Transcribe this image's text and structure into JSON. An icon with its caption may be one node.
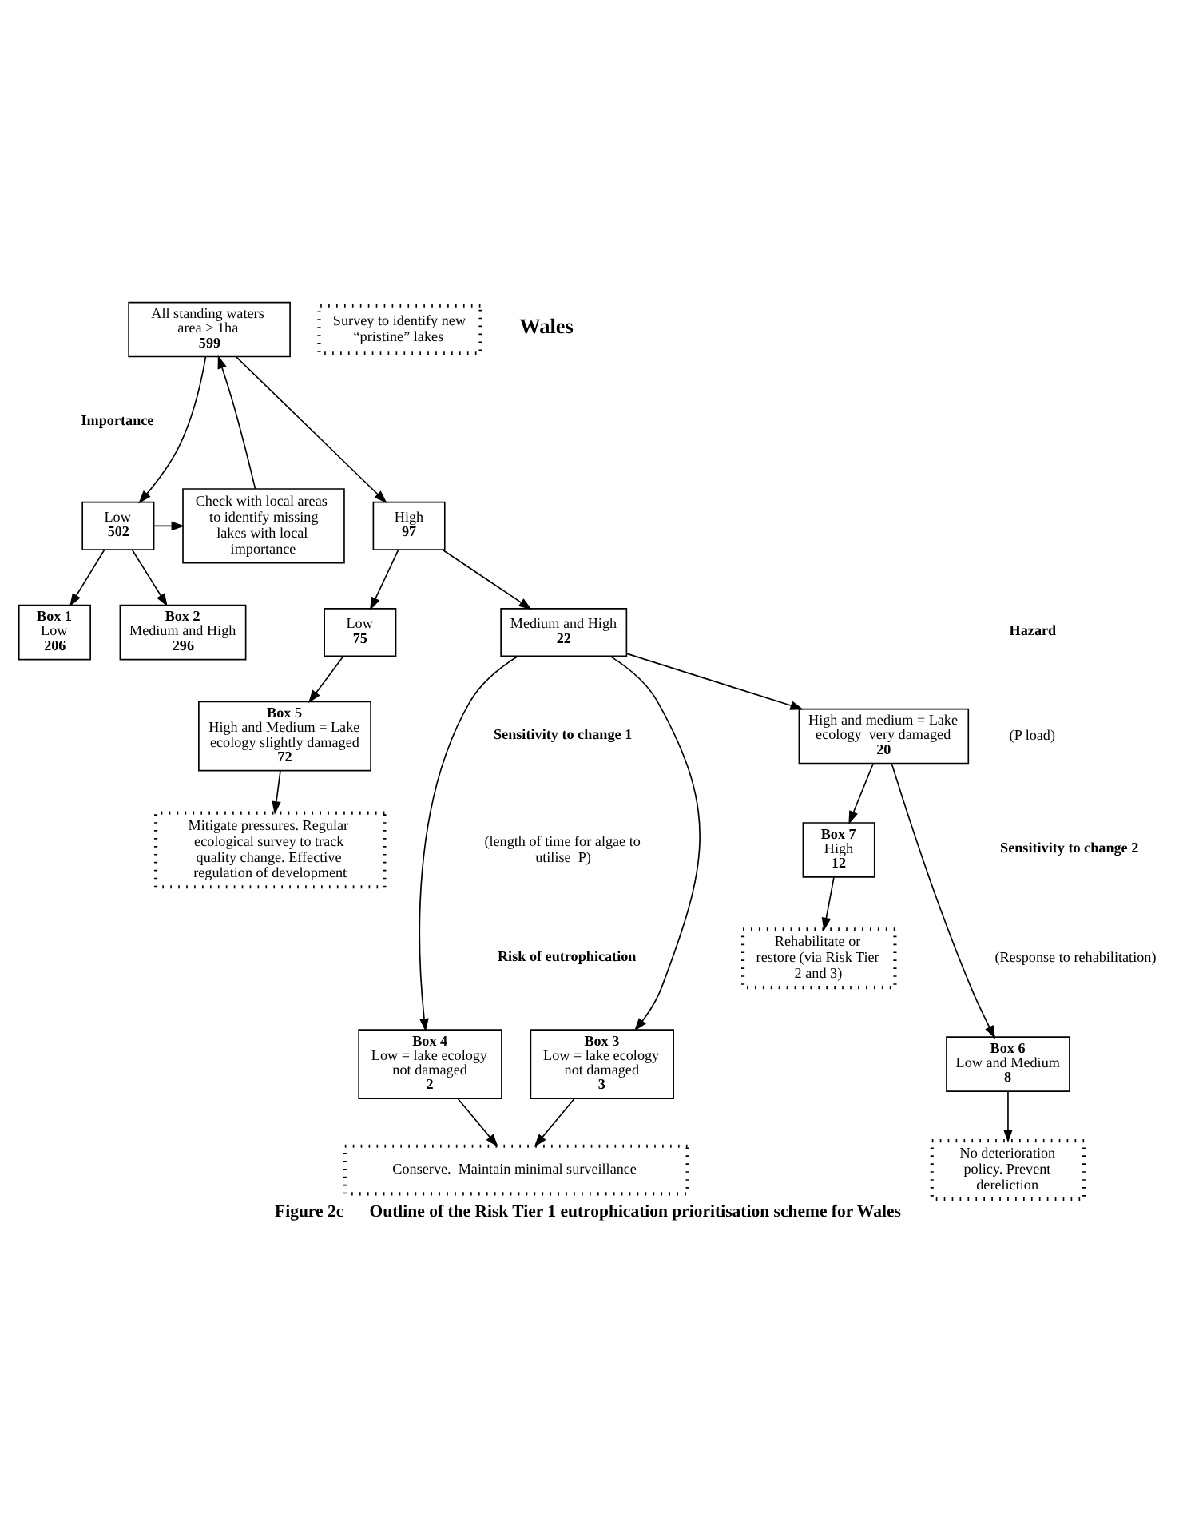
{
  "diagram": {
    "caption": "Figure 2c      Outline of the Risk Tier 1 eutrophication prioritisation scheme for Wales",
    "nodes": [
      {
        "text": [
          "All standing waters area > 1ha",
          "599"
        ]
      },
      {
        "text": [
          "Check with local areas to identify missing lakes with local importance"
        ]
      },
      {
        "text": [
          "Low",
          "502"
        ]
      },
      {
        "text": [
          "High",
          "97"
        ]
      },
      {
        "text": [
          "Box 1",
          "Low",
          "206"
        ]
      },
      {
        "text": [
          "Box 2",
          "Medium and High",
          "296"
        ]
      },
      {
        "text": [
          "Survey to identify new “pristine” lakes"
        ]
      },
      {
        "text": [
          "Low",
          "75"
        ]
      },
      {
        "text": [
          "Medium and High",
          "22"
        ]
      },
      {
        "text": [
          "Box 3",
          "Low = lake ecology not damaged",
          "3"
        ]
      },
      {
        "text": [
          "Box 4",
          "Low = lake ecology not damaged",
          "2"
        ]
      },
      {
        "text": [
          "Box 5",
          "High and Medium = Lake ecology slightly damaged",
          "72"
        ]
      },
      {
        "text": [
          "High and medium = Lake ecology  very damaged",
          "20"
        ]
      },
      {
        "text": [
          "Conserve.  Maintain minimal surveillance"
        ]
      },
      {
        "text": [
          "Mitigate pressures. Regular ecological survey to track quality change. Effective regulation of development"
        ]
      },
      {
        "text": [
          "Box 6",
          "Low and Medium",
          "8"
        ]
      },
      {
        "text": [
          "Box 7",
          "High",
          "12"
        ]
      },
      {
        "text": [
          "No deterioration policy. Prevent dereliction"
        ]
      },
      {
        "text": [
          "Rehabilitate or restore (via Risk Tier 2 and 3)"
        ]
      }
    ],
    "edges": [
      {
        "from": 0,
        "to": 2,
        "arrow": "to"
      },
      {
        "from": 0,
        "to": 3,
        "arrow": "to"
      },
      {
        "from": 1,
        "to": 0,
        "arrow": "to"
      },
      {
        "from": 2,
        "to": 1,
        "arrow": "to"
      },
      {
        "from": 2,
        "to": 4,
        "arrow": "to"
      },
      {
        "from": 2,
        "to": 5,
        "arrow": "to"
      },
      {
        "from": 3,
        "to": 7,
        "arrow": "to"
      },
      {
        "from": 3,
        "to": 8,
        "arrow": "to"
      },
      {
        "from": 8,
        "to": 9,
        "arrow": "to"
      },
      {
        "from": 8,
        "to": 10,
        "arrow": "to"
      },
      {
        "from": 7,
        "to": 11,
        "arrow": "to"
      },
      {
        "from": 8,
        "to": 12,
        "arrow": "to"
      },
      {
        "from": 9,
        "to": 13,
        "arrow": "to"
      },
      {
        "from": 10,
        "to": 13,
        "arrow": "to"
      },
      {
        "from": 11,
        "to": 14,
        "arrow": "to"
      },
      {
        "from": 12,
        "to": 15,
        "arrow": "to"
      },
      {
        "from": 12,
        "to": 16,
        "arrow": "to"
      },
      {
        "from": 15,
        "to": 17,
        "arrow": "to"
      },
      {
        "from": 16,
        "to": 18,
        "arrow": "to"
      }
    ],
    "labels": [
      "Wales",
      "Importance",
      "Hazard",
      "(P load)",
      "Sensitivity to change 1",
      "(length of time for algae to utilise  P)",
      "Risk of eutrophication",
      "Sensitivity to change 2",
      "(Response to rehabilitation)"
    ]
  }
}
